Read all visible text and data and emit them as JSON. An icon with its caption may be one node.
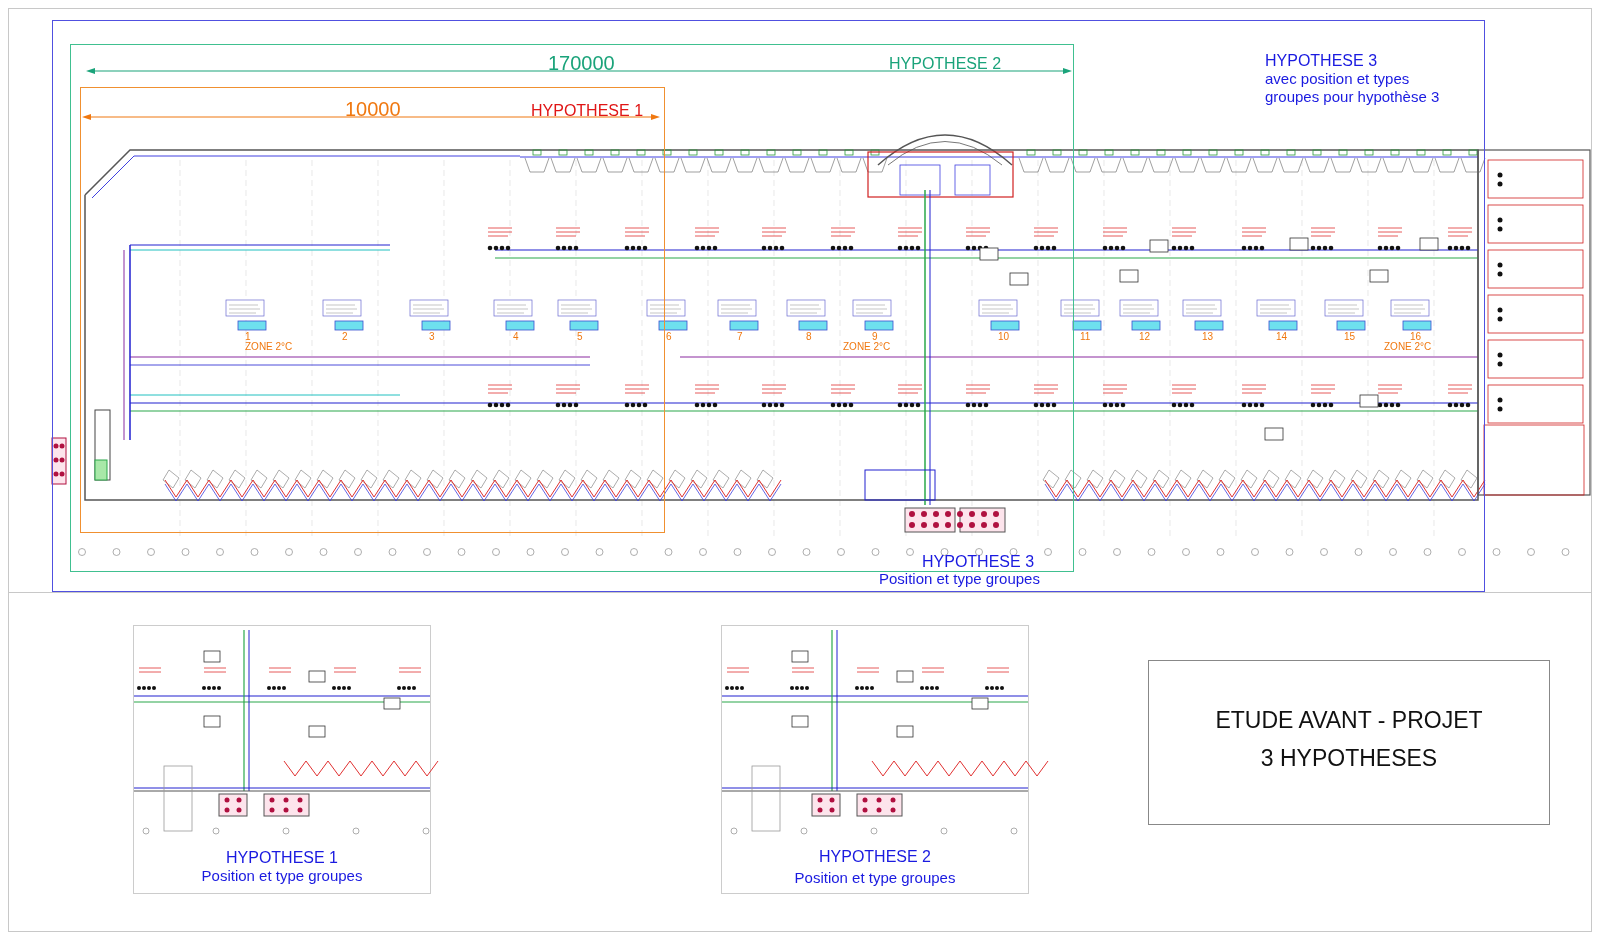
{
  "diagram": {
    "nodes": [
      {
        "text": [
          "HYPOTHESE 3",
          "avec position et types groupes pour hypothèse 3"
        ]
      },
      {
        "text": [
          "HYPOTHESE 2"
        ],
        "in": 0
      },
      {
        "text": [
          "HYPOTHESE 1"
        ],
        "in": 1
      },
      {
        "text": [
          "HYPOTHESE 1",
          "Position et type groupes"
        ]
      },
      {
        "text": [
          "HYPOTHESE 2",
          "Position et type groupes"
        ]
      },
      {
        "text": [
          "ETUDE AVANT - PROJET",
          "3 HYPOTHESES"
        ]
      }
    ],
    "edges": [],
    "labels": [
      "170000",
      "10000",
      "1",
      "2",
      "3",
      "4",
      "5",
      "6",
      "7",
      "8",
      "9",
      "10",
      "11",
      "12",
      "13",
      "14",
      "15",
      "16",
      "ZONE 2°C",
      "ZONE 2°C",
      "ZONE 2°C",
      "HYPOTHESE 3",
      "Position et type groupes"
    ]
  }
}
